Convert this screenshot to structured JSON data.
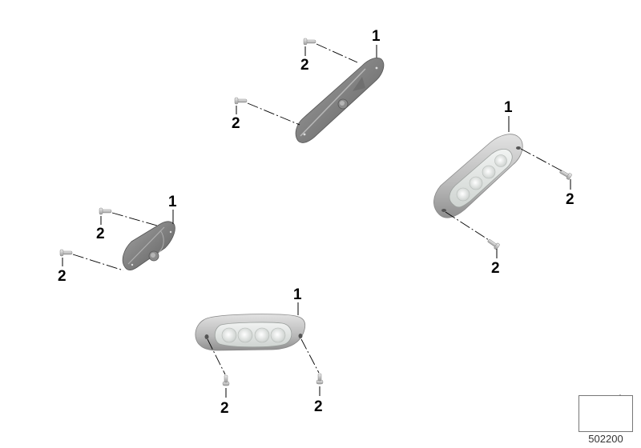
{
  "diagram": {
    "title": "Exploded parts diagram - lamp assemblies with screws",
    "colors": {
      "housing_dark": "#7a7a7a",
      "housing_mid": "#9a9a9a",
      "bezel_light": "#c8c8c8",
      "lens": "#e4e8e6",
      "leader_line": "#000000"
    },
    "assemblies": [
      {
        "name": "top-center-lamp-rear",
        "part_label": "1",
        "screw_labels": [
          "2",
          "2"
        ]
      },
      {
        "name": "right-lamp-front",
        "part_label": "1",
        "screw_labels": [
          "2",
          "2"
        ]
      },
      {
        "name": "left-lamp-rear",
        "part_label": "1",
        "screw_labels": [
          "2",
          "2"
        ]
      },
      {
        "name": "bottom-lamp-front",
        "part_label": "1",
        "screw_labels": [
          "2",
          "2"
        ]
      }
    ],
    "reference": {
      "icon": "arrow-left-down-icon",
      "number": "502200"
    }
  }
}
